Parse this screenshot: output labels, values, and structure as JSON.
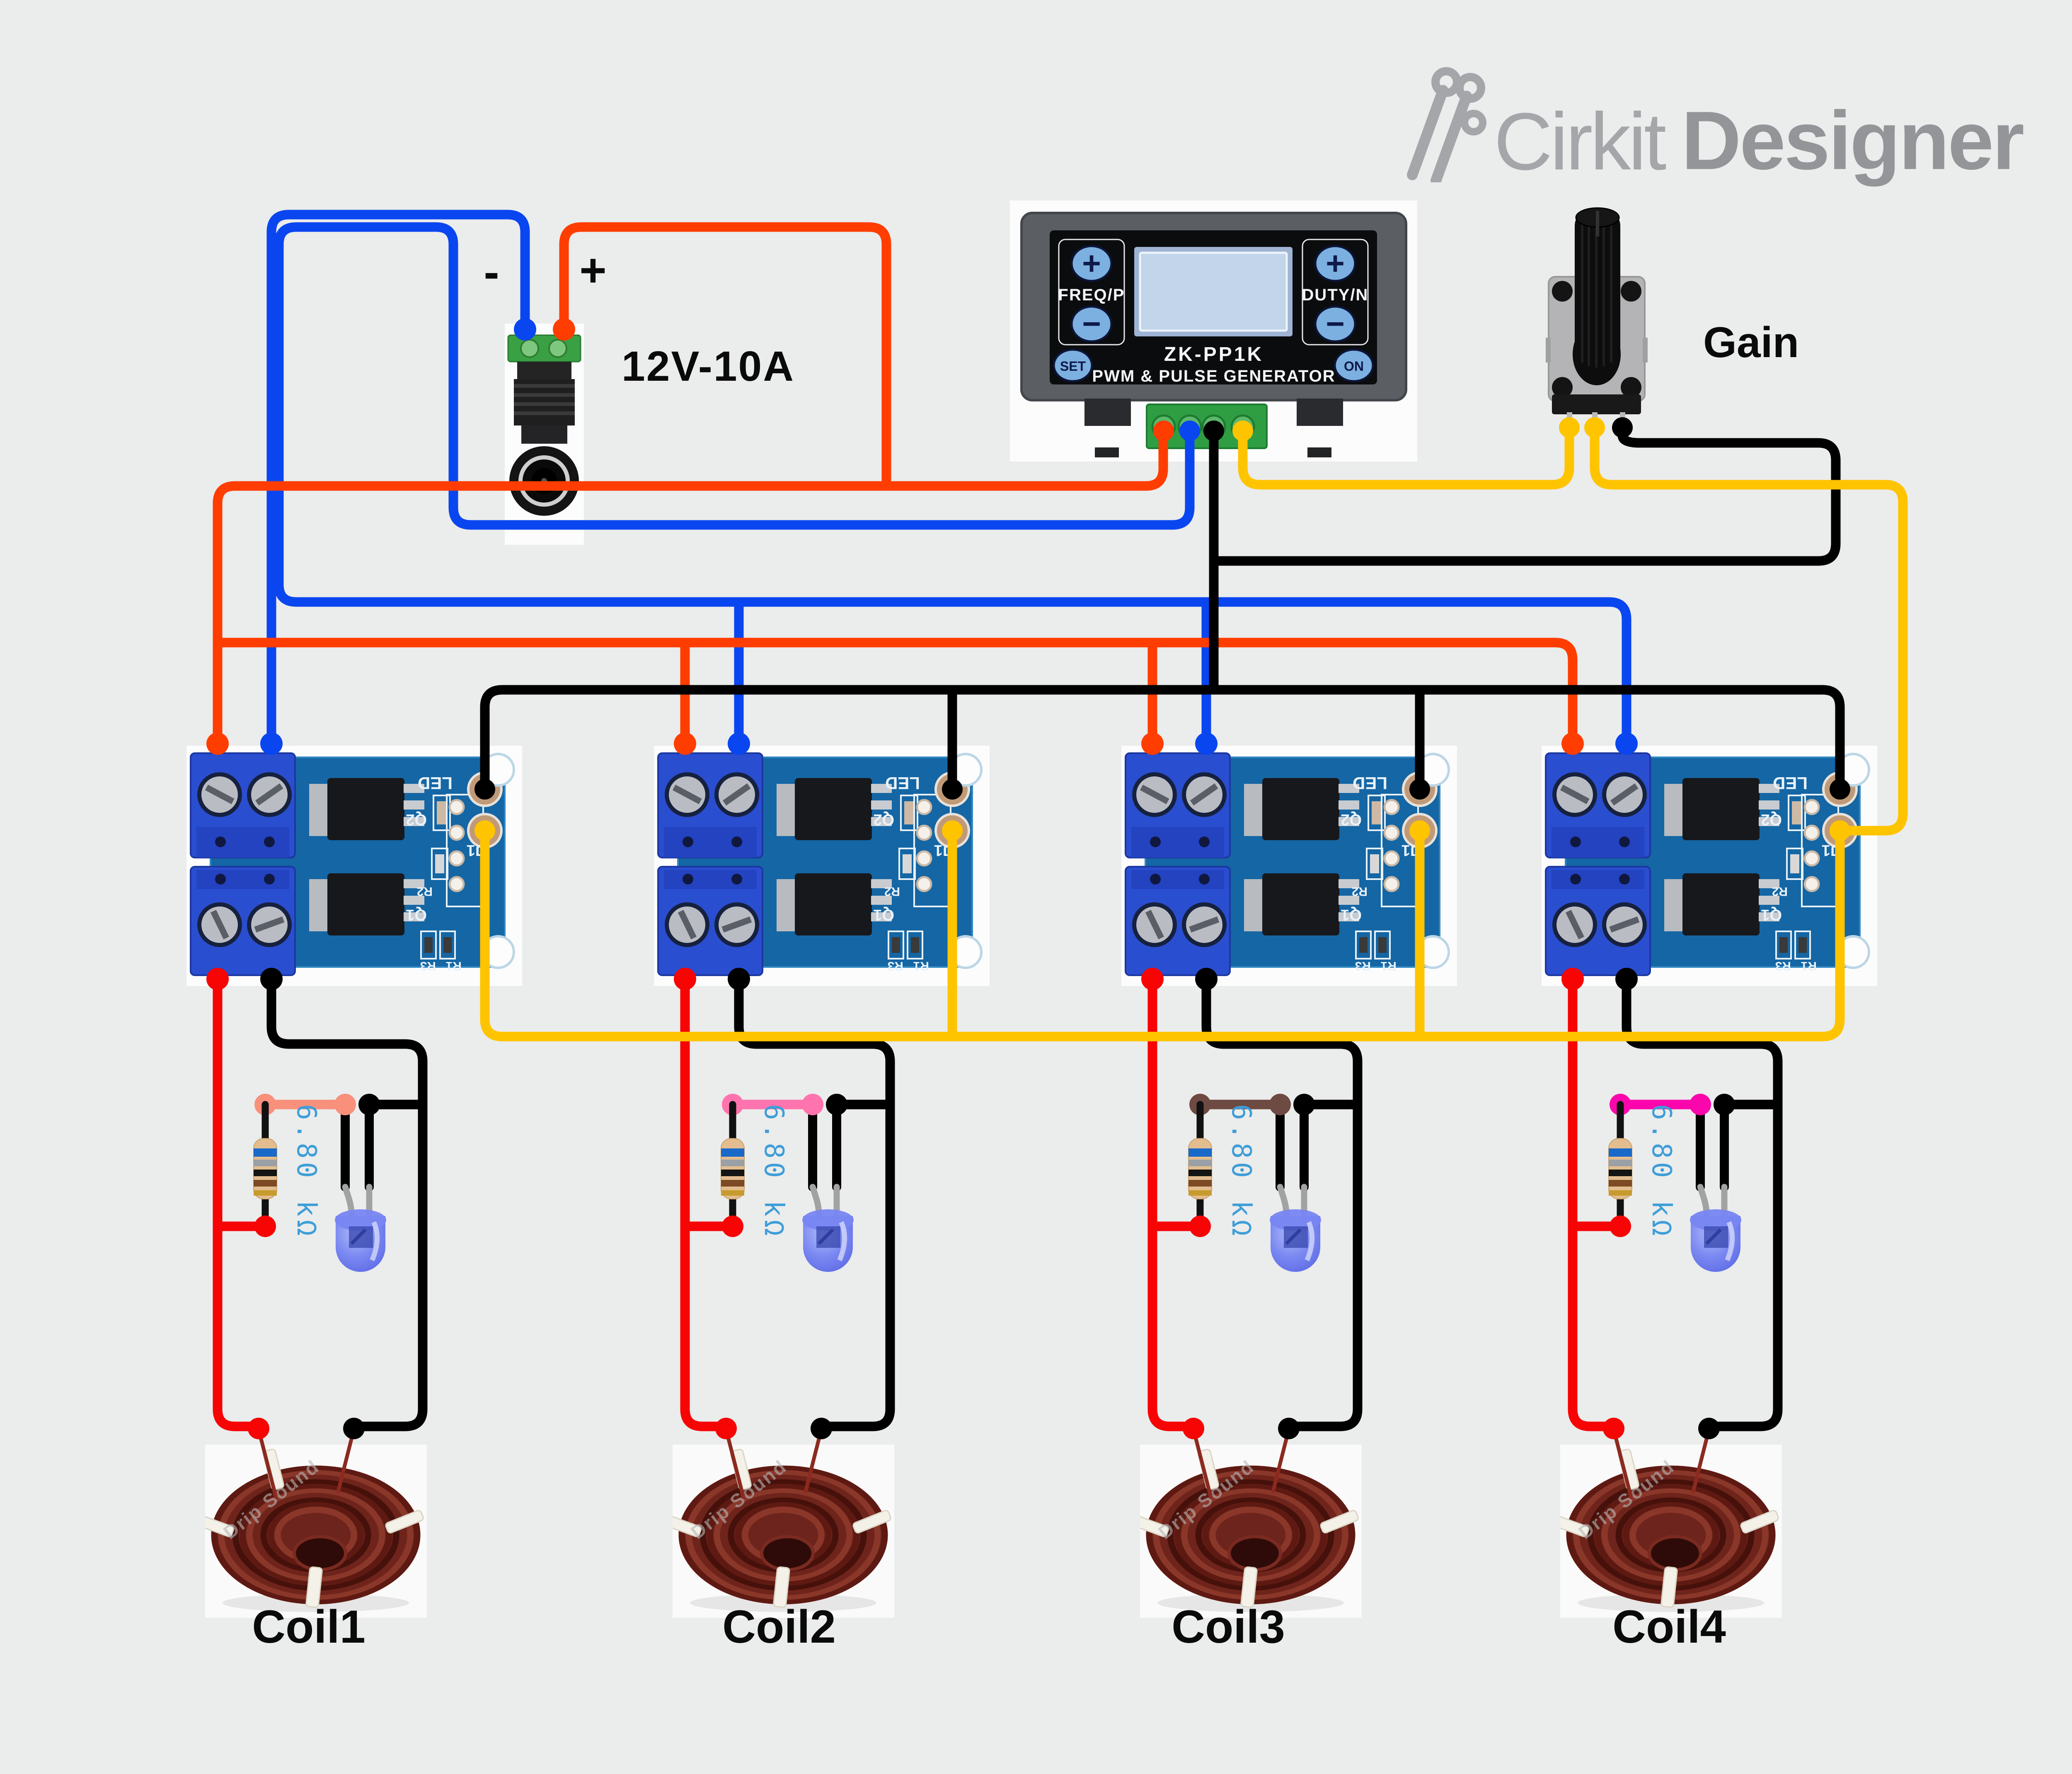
{
  "app": {
    "background": "#ebecec"
  },
  "logo": {
    "brand_light": "Cirkit",
    "brand_bold": "Designer"
  },
  "power_supply": {
    "rating_label": "12V-10A",
    "minus_label": "-",
    "plus_label": "+"
  },
  "pwm_generator": {
    "model": "ZK-PP1K",
    "subtitle": "PWM & PULSE GENERATOR",
    "freq_label": "FREQ/P",
    "duty_label": "DUTY/N",
    "set_label": "SET",
    "on_label": "ON",
    "plus_symbol": "+",
    "minus_symbol": "−"
  },
  "potentiometer": {
    "label": "Gain"
  },
  "mosfet_silkscreen": {
    "led": "LED",
    "q2": "Q2",
    "q1": "Q1",
    "r2": "R2",
    "r3": "R3",
    "r1": "R1",
    "j1": "J1"
  },
  "led_circuits": [
    {
      "resistor_value": "6.80 kΩ",
      "link_color": "#f8907c"
    },
    {
      "resistor_value": "6.80 kΩ",
      "link_color": "#ff74ae"
    },
    {
      "resistor_value": "6.80 kΩ",
      "link_color": "#6d4a42"
    },
    {
      "resistor_value": "6.80 kΩ",
      "link_color": "#fb06ac"
    }
  ],
  "coils": [
    {
      "label": "Coil1",
      "watermark": "Drip Sound"
    },
    {
      "label": "Coil2",
      "watermark": "Drip Sound"
    },
    {
      "label": "Coil3",
      "watermark": "Drip Sound"
    },
    {
      "label": "Coil4",
      "watermark": "Drip Sound"
    }
  ],
  "wire_colors": {
    "power_positive": "#ff3d00",
    "power_negative": "#0a46f0",
    "ground_black": "#000000",
    "pwm_signal": "#ffc400",
    "load_red": "#f70404"
  },
  "component_colors": {
    "pcb_blue": "#1566a4",
    "terminal_blue": "#2a4ed0",
    "led_body": "#5b6cee",
    "resistor_body": "#e3bd8f",
    "resistor_label_blue": "#3d9ed8",
    "coil_copper": "#6d241c"
  }
}
